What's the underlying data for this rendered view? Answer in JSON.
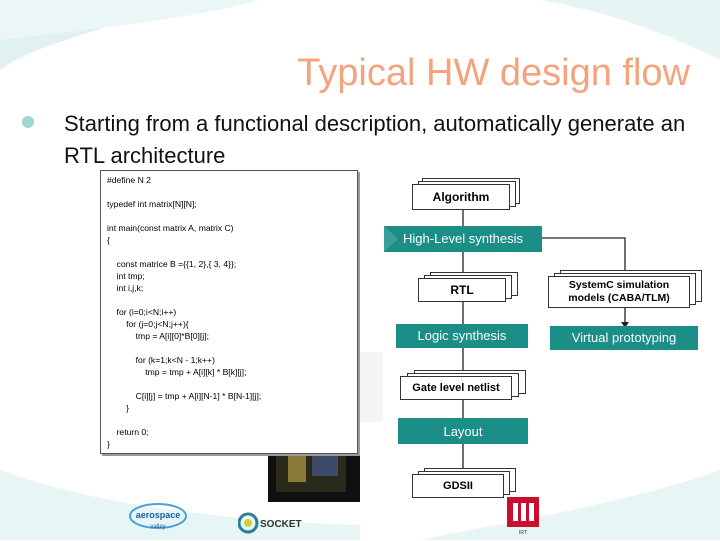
{
  "slide": {
    "title": "Typical HW design flow",
    "bullet": "Starting from a functional description, automatically generate an RTL architecture"
  },
  "code": {
    "lines": [
      "#define N 2",
      "typedef int matrix[N][N];",
      "int main(const matrix A, matrix C)",
      "{",
      "    const matrice B ={{1, 2},{ 3, 4}};",
      "    int tmp;",
      "    int i,j,k;",
      "    for (i=0;i<N;i++)",
      "        for (j=0;j<N;j++){",
      "            tmp = A[i][0]*B[0][j];",
      "            for (k=1;k<N - 1;k++)",
      "                tmp = tmp + A[i][k] * B[k][j];",
      "            C[i][j] = tmp + A[i][N-1] * B[N-1][j];",
      "        }",
      "    return 0;",
      "}"
    ]
  },
  "flow": {
    "algorithm": "Algorithm",
    "hls": "High-Level synthesis",
    "rtl": "RTL",
    "logic_synthesis": "Logic synthesis",
    "gate_netlist": "Gate level netlist",
    "layout": "Layout",
    "gdsii": "GDSII",
    "systemc": "SystemC simulation models (CABA/TLM)",
    "virtual_proto": "Virtual prototyping"
  },
  "logos": {
    "aerospace": "aerospace",
    "aerospace_sub": "valley",
    "socket": "SOCKET",
    "lab": "IRT"
  },
  "colors": {
    "title": "#f4a37c",
    "teal": "#1b8e87",
    "bullet": "#9fd6d2"
  }
}
